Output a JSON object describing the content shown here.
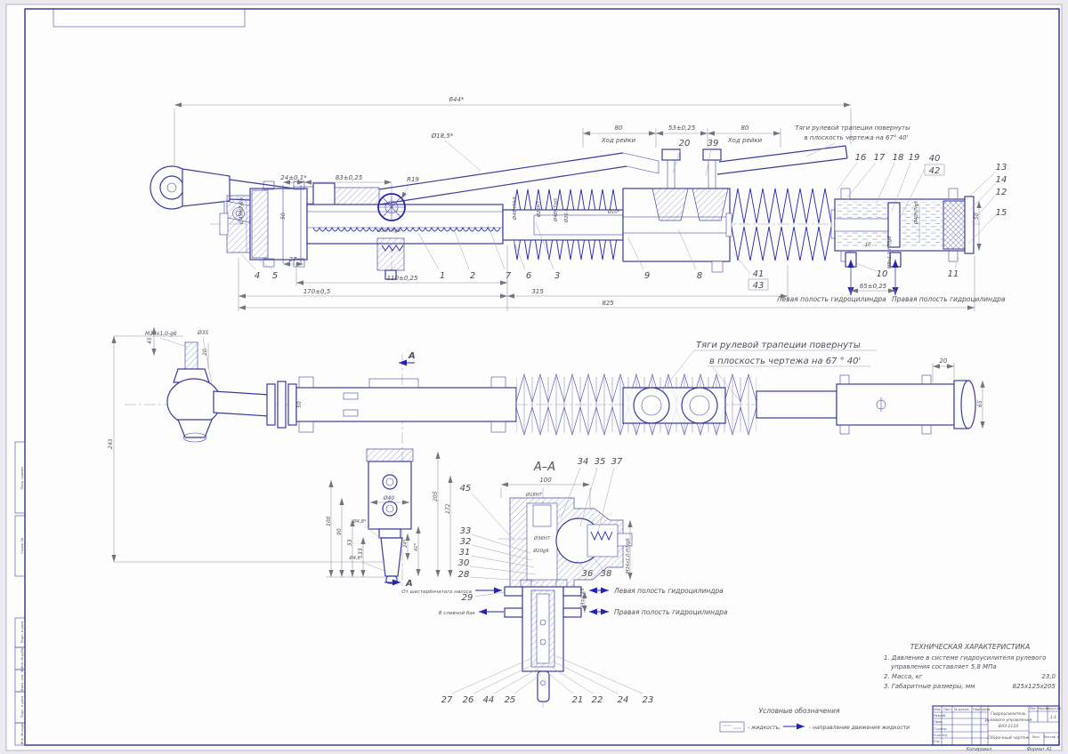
{
  "colors": {
    "line_blue": "#3c3c9f",
    "bold_blue": "#2424b4",
    "dim_gray": "#8f8f9e",
    "text_gray": "#50505a"
  },
  "frame": {
    "left_labels": {
      "l1": "Перв. примен.",
      "l2": "Справ. №",
      "l3": "Подп. и дата",
      "l4": "Инв. № дубл.",
      "l5": "Взам. инв. №",
      "l6": "Подп. и дата",
      "l7": "Инв. № подл."
    }
  },
  "top_view": {
    "dims": {
      "overall": "644*",
      "tie_rod_dia": "Ø18,5*",
      "stroke_left": "80",
      "center_53": "53±0,25",
      "stroke_right": "80",
      "stroke_label_left": "Ход рейки",
      "stroke_label_right": "Ход рейки",
      "r19": "R19",
      "d24": "24±0,1*",
      "d83": "83±0,25",
      "d30": "Ø30H7/g5",
      "d47": "Ø47H7/k6",
      "d50_left": "50",
      "d48k": "Ø48H7/k6",
      "d26h": "Ø26H7",
      "d48g": "Ø48H7/g5",
      "d264": "Ø26,4",
      "d10s": "Ø10*",
      "d27": "27",
      "d110": "110±0,25",
      "d170": "170±0,5",
      "d315": "315",
      "d825": "825",
      "d65": "65±0,25",
      "m8": "M8х1,0-H7/g6",
      "d40g": "Ø40H7/g5",
      "d50_right": "50",
      "d10": "10"
    },
    "note1": "Тяги рулевой трапеции повернуты",
    "note2": "в плоскость чертежа на 67° 40'",
    "cavity_left": "Левая полость гидроцилиндра",
    "cavity_right": "Правая полость гидроцилиндра",
    "callouts": {
      "c1": "1",
      "c2": "2",
      "c3": "3",
      "c4": "4",
      "c5": "5",
      "c6": "6",
      "c7": "7",
      "c8": "8",
      "c9": "9",
      "c10": "10",
      "c11": "11",
      "c12": "12",
      "c13": "13",
      "c14": "14",
      "c15": "15",
      "c16": "16",
      "c17": "17",
      "c18": "18",
      "c19": "19",
      "c20": "20",
      "c39": "39",
      "c40": "40",
      "c41": "41",
      "c42": "42",
      "c43": "43"
    }
  },
  "middle_view": {
    "dims": {
      "m12": "M12х1,0-g6",
      "d45": "45",
      "d35": "Ø35",
      "d20": "20",
      "d243": "243",
      "d50": "50",
      "right20": "20",
      "right65": "65",
      "p100": "100",
      "p90": "90",
      "p53": "53",
      "p33": "33",
      "pd40": "Ø40",
      "pd48a": "Ø4,8*",
      "pd48b": "Ø4,8*",
      "p172": "172",
      "p205": "205",
      "p24": "24*",
      "p41": "41*"
    },
    "note1": "Тяги рулевой трапеции повернуты",
    "note2": "в плоскость чертежа на 67 ° 40'",
    "section_a_top": "А",
    "section_a_bottom": "А"
  },
  "section_view": {
    "title": "А–А",
    "dims": {
      "d100": "100",
      "d18": "Ø18H7",
      "d36": "Ø36H7",
      "d20": "Ø20g6",
      "m34": "M34х1,0-H7/g6",
      "d24": "24±0,25"
    },
    "label_pump": "От шестерёнчатого насоса",
    "label_tank": "В сливной бак",
    "cavity_left": "Левая полость гидроцилиндра",
    "cavity_right": "Правая полость гидроцилиндра",
    "callouts": {
      "c21": "21",
      "c22": "22",
      "c23": "23",
      "c24": "24",
      "c25": "25",
      "c26": "26",
      "c27": "27",
      "c28": "28",
      "c29": "29",
      "c30": "30",
      "c31": "31",
      "c32": "32",
      "c33": "33",
      "c34": "34",
      "c35": "35",
      "c36": "36",
      "c37": "37",
      "c38": "38",
      "c44": "44",
      "c45": "45"
    }
  },
  "tech_spec": {
    "title": "ТЕХНИЧЕСКАЯ ХАРАКТЕРИСТИКА",
    "line1a": "1. Давление в системе гидроусилителя рулевого",
    "line1b": "управления составляет 5,8 МПа",
    "line2": "2. Масса, кг",
    "line2_value": "23,0",
    "line3": "3. Габаритные размеры, мм",
    "line3_value": "825х125х205"
  },
  "legend": {
    "title": "Условные обозначения",
    "liquid": "- жидкость,",
    "flow": "- направление движения жидкости"
  },
  "title_block": {
    "name1": "Гидроусилитель",
    "name2": "рулевого управления",
    "name3": "ВАЗ 2110",
    "name4": "Сборочный чертеж",
    "h_izm": "Изм.",
    "h_list": "Лист",
    "h_doc": "№ докум.",
    "h_podp": "Подп.",
    "h_data": "Дата",
    "r1": "Разраб.",
    "r2": "Пров.",
    "r3": "Т.контр.",
    "r4": "Н.контр.",
    "r5": "Утв.",
    "lit": "Лит.",
    "mass": "Масса",
    "scale_h": "Масштаб",
    "scale": "1:1",
    "sheet": "Лист",
    "sheets": "Листов 1",
    "copied": "Копировал",
    "format": "Формат А1"
  }
}
